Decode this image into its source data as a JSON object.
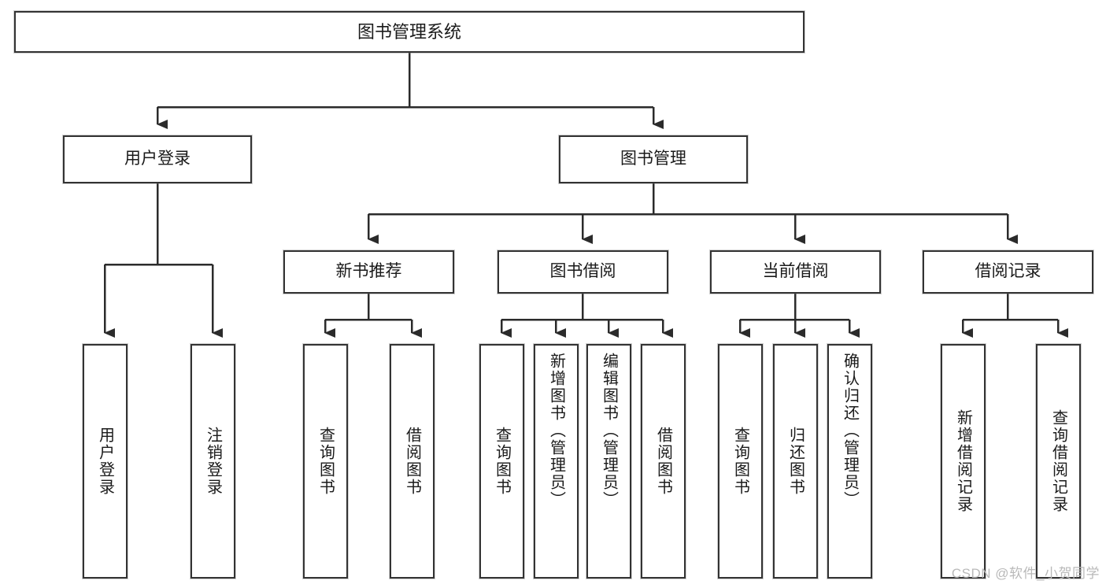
{
  "diagram": {
    "title": "图书管理系统",
    "type": "tree",
    "colors": {
      "box_border": "#333333",
      "box_fill": "#ffffff",
      "connector": "#2b2b2b",
      "text": "#1a1a1a",
      "watermark": "#b9b9b9"
    },
    "root": {
      "label": "图书管理系统"
    },
    "level1": [
      {
        "id": "user-login",
        "label": "用户登录"
      },
      {
        "id": "book-management",
        "label": "图书管理"
      }
    ],
    "level2": [
      {
        "id": "new-book-recommend",
        "label": "新书推荐"
      },
      {
        "id": "book-borrow",
        "label": "图书借阅"
      },
      {
        "id": "current-borrow",
        "label": "当前借阅"
      },
      {
        "id": "borrow-record",
        "label": "借阅记录"
      }
    ],
    "leaves": {
      "user_login": [
        {
          "id": "leaf-user-login",
          "label": "用户登录"
        },
        {
          "id": "leaf-logout",
          "label": "注销登录"
        }
      ],
      "new_book_recommend": [
        {
          "id": "leaf-query-book-1",
          "label": "查询图书"
        },
        {
          "id": "leaf-borrow-book-1",
          "label": "借阅图书"
        }
      ],
      "book_borrow": [
        {
          "id": "leaf-query-book-2",
          "label": "查询图书"
        },
        {
          "id": "leaf-add-book",
          "label": "新增图书（管理员）"
        },
        {
          "id": "leaf-edit-book",
          "label": "编辑图书（管理员）"
        },
        {
          "id": "leaf-borrow-book-2",
          "label": "借阅图书"
        }
      ],
      "current_borrow": [
        {
          "id": "leaf-query-book-3",
          "label": "查询图书"
        },
        {
          "id": "leaf-return-book",
          "label": "归还图书"
        },
        {
          "id": "leaf-confirm-return",
          "label": "确认归还（管理员）"
        }
      ],
      "borrow_record": [
        {
          "id": "leaf-add-record",
          "label": "新增借阅记录"
        },
        {
          "id": "leaf-query-record",
          "label": "查询借阅记录"
        }
      ]
    },
    "watermark": "CSDN @软件_小贺同学"
  }
}
